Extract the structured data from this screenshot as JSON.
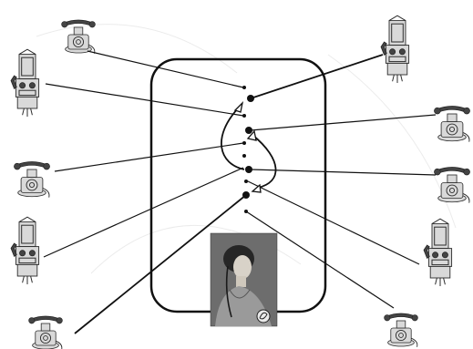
{
  "diagram": {
    "switchboard": {
      "portrait_caption": ""
    },
    "phones": {
      "left": [
        {
          "style": "desk"
        },
        {
          "style": "wall"
        },
        {
          "style": "desk"
        },
        {
          "style": "wall"
        },
        {
          "style": "desk"
        }
      ],
      "right": [
        {
          "style": "wall"
        },
        {
          "style": "desk"
        },
        {
          "style": "desk"
        },
        {
          "style": "wall"
        },
        {
          "style": "desk"
        }
      ]
    },
    "colors": {
      "line": "#111111",
      "frame": "#111111",
      "background": "#ffffff"
    }
  }
}
